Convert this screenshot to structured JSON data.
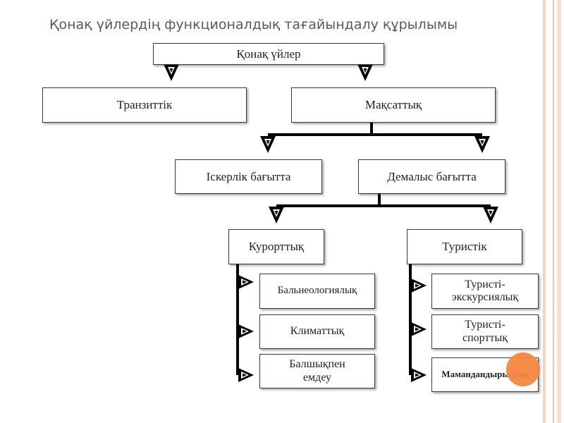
{
  "title": "Қонақ үйлердің функционалдық тағайындалу құрылымы",
  "nodes": {
    "root": "Қонақ үйлер",
    "transit": "Транзиттік",
    "purpose": "Мақсаттық",
    "business": "Іскерлік бағытта",
    "leisure": "Демалыс бағытта",
    "resort": "Курорттық",
    "tourist": "Туристік",
    "balneo": "Бальнеологиялық",
    "climate": "Климаттық",
    "mud": "Балшықпен емдеу",
    "excursion": "Туристі-экскурсиялық",
    "sport": "Туристі-спорттық",
    "special": "Мамандандырылған"
  },
  "colors": {
    "border_stripes": [
      "#f3c9b3",
      "#f8dfd0"
    ],
    "accent_dot": "#f7863f",
    "connector": "#000000"
  }
}
